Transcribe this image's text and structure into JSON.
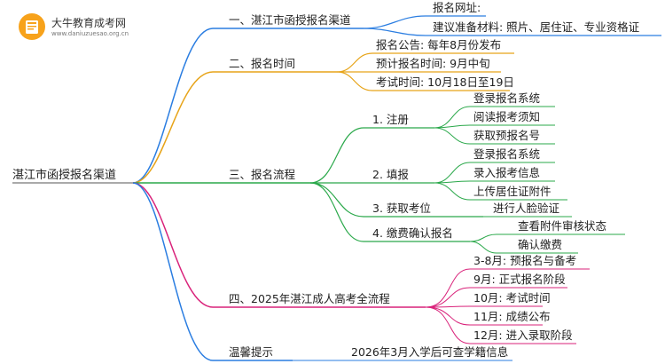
{
  "logo": {
    "title": "大牛教育成考网",
    "url": "www.daniuzuesao.org.cn",
    "icon": "book-icon",
    "colors": {
      "bg": "#f7a21b",
      "book": "#ffffff"
    }
  },
  "root": "湛江市函授报名渠道",
  "colors": {
    "blue": "#2a7de1",
    "orange": "#e7a419",
    "green": "#2aa84a",
    "pink": "#d9227a"
  },
  "branches": {
    "b1": {
      "label": "一、湛江市函授报名渠道",
      "items": [
        "报名网址:",
        "建议准备材料: 照片、居住证、专业资格证"
      ]
    },
    "b2": {
      "label": "二、报名时间",
      "items": [
        "报名公告: 每年8月份发布",
        "预计报名时间: 9月中旬",
        "考试时间: 10月18日至19日"
      ]
    },
    "b3": {
      "label": "三、报名流程",
      "steps": [
        {
          "label": "1. 注册",
          "items": [
            "登录报名系统",
            "阅读报考须知",
            "获取预报名号"
          ]
        },
        {
          "label": "2. 填报",
          "items": [
            "登录报名系统",
            "录入报考信息",
            "上传居住证附件"
          ]
        },
        {
          "label": "3. 获取考位",
          "items": [
            "进行人脸验证"
          ]
        },
        {
          "label": "4. 缴费确认报名",
          "items": [
            "查看附件审核状态",
            "确认缴费"
          ]
        }
      ]
    },
    "b4": {
      "label": "四、2025年湛江成人高考全流程",
      "items": [
        "3-8月: 预报名与备考",
        "9月: 正式报名阶段",
        "10月: 考试时间",
        "11月: 成绩公布",
        "12月: 进入录取阶段"
      ]
    },
    "b5": {
      "label": "温馨提示",
      "items": [
        "2026年3月入学后可查学籍信息"
      ]
    }
  }
}
